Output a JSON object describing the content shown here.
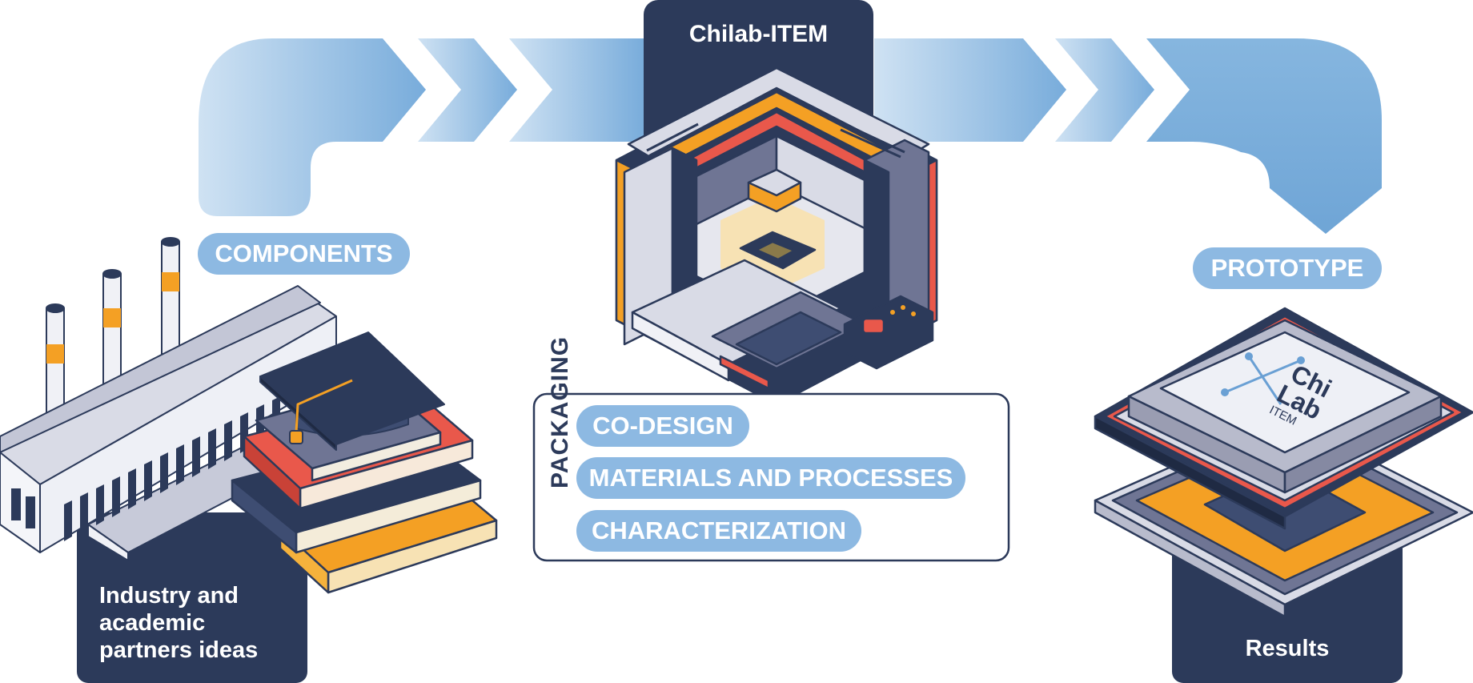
{
  "colors": {
    "navy": "#2c3a5a",
    "pill_blue": "#8db9e2",
    "flow_light": "#c9def1",
    "flow_dark": "#7aaedb",
    "orange": "#f4a024",
    "red": "#e9584b",
    "gray": "#6f7594",
    "light_gray": "#d9dbe6"
  },
  "icons": [
    "factory-icon",
    "books-icon",
    "graduation-cap-icon",
    "chip-machine-icon",
    "cpu-chip-icon",
    "flow-arrow-icon"
  ],
  "hub": {
    "title": "Chilab-ITEM"
  },
  "stages": {
    "components_label": "COMPONENTS",
    "prototype_label": "PROTOTYPE"
  },
  "packaging": {
    "label": "PACKAGING",
    "items": [
      "CO-DESIGN",
      "MATERIALS AND PROCESSES",
      "CHARACTERIZATION"
    ]
  },
  "left_panel": {
    "lines": [
      "Industry and",
      "academic",
      "partners ideas"
    ]
  },
  "right_panel": {
    "label": "Results"
  },
  "chip_logo": {
    "line1": "Chi",
    "line2": "Lab",
    "line3": "ITEM"
  }
}
